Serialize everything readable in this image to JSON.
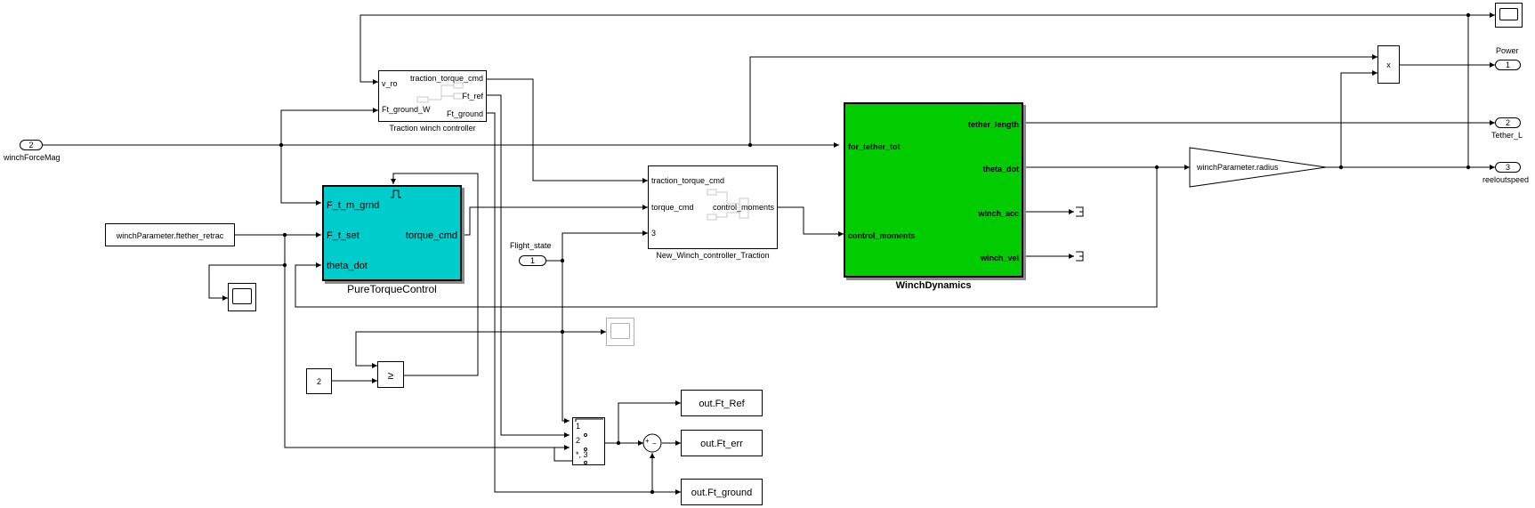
{
  "inports": [
    {
      "number": "2",
      "name": "winchForceMag"
    },
    {
      "number": "1",
      "name": "Flight_state"
    }
  ],
  "outports": [
    {
      "number": "1",
      "name": "Power"
    },
    {
      "number": "2",
      "name": "Tether_L"
    },
    {
      "number": "3",
      "name": "reeloutspeed"
    }
  ],
  "traction_winch_controller": {
    "name": "Traction winch controller",
    "ports": {
      "v_ro": "v_ro",
      "ft_ground_w": "Ft_ground_W",
      "traction_torque_cmd": "traction_torque_cmd",
      "ft_ref": "Ft_ref",
      "ft_ground": "Ft_ground"
    }
  },
  "pure_torque_control": {
    "name": "PureTorqueControl",
    "ports": {
      "f_t_m_grnd": "F_t_m_grnd",
      "f_t_set": "F_t_set",
      "theta_dot": "theta_dot",
      "torque_cmd": "torque_cmd"
    },
    "enable_icon": "enable-pulse-icon",
    "color": "#00cccc"
  },
  "new_winch_controller": {
    "name": "New_Winch_controller_Traction",
    "ports": {
      "traction_torque_cmd": "traction_torque_cmd",
      "torque_cmd": "torque_cmd",
      "in3": "3",
      "control_moments": "control_moments"
    }
  },
  "winch_dynamics": {
    "name": "WinchDynamics",
    "ports": {
      "for_tether_tot": "for_tether_tot",
      "control_moments": "control_moments",
      "tether_length": "tether_length",
      "theta_dot": "theta_dot",
      "winch_acc": "winch_acc",
      "winch_vel": "winch_vel"
    },
    "color": "#00cc00"
  },
  "constant_ftether": {
    "value": "winchParameter.ftether_retrac"
  },
  "constant_two": {
    "value": "2"
  },
  "gain_radius": {
    "value": "winchParameter.radius"
  },
  "product_label": "x",
  "compare_label": "≥",
  "switch_ports": [
    "1",
    "2",
    "*, 3"
  ],
  "sum_signs": {
    "plus": "+",
    "minus": "−"
  },
  "to_workspace": [
    "out.Ft_Ref",
    "out.Ft_err",
    "out.Ft_ground"
  ],
  "colors": {
    "line": "#000000",
    "pure_torque_fill": "#00cccc",
    "winch_dynamics_fill": "#00cc00"
  }
}
